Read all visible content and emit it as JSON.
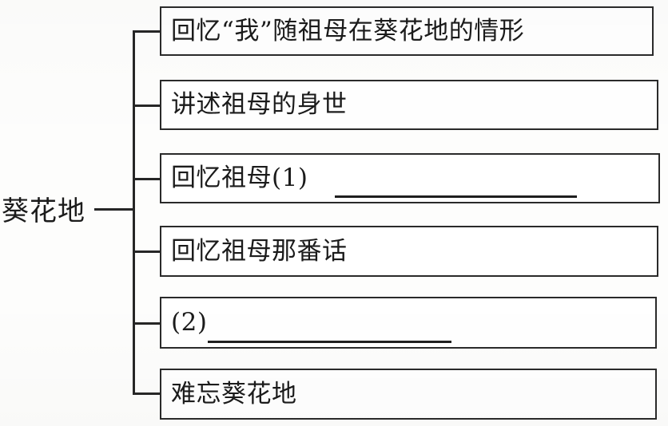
{
  "diagram": {
    "type": "bracket-outline",
    "root": {
      "label": "葵花地"
    },
    "nodes": [
      {
        "text": "回忆“我”随祖母在葵花地的情形",
        "has_blank": false
      },
      {
        "text": "讲述祖母的身世",
        "has_blank": false
      },
      {
        "text": "回忆祖母(1)",
        "has_blank": true,
        "blank_label": "(1)"
      },
      {
        "text": "回忆祖母那番话",
        "has_blank": false
      },
      {
        "text": "(2)",
        "has_blank": true,
        "blank_label": "(2)"
      },
      {
        "text": "难忘葵花地",
        "has_blank": false
      }
    ]
  },
  "colors": {
    "ink": "#1b1b1b",
    "line": "#262626",
    "paper": "#fdfdfc"
  }
}
